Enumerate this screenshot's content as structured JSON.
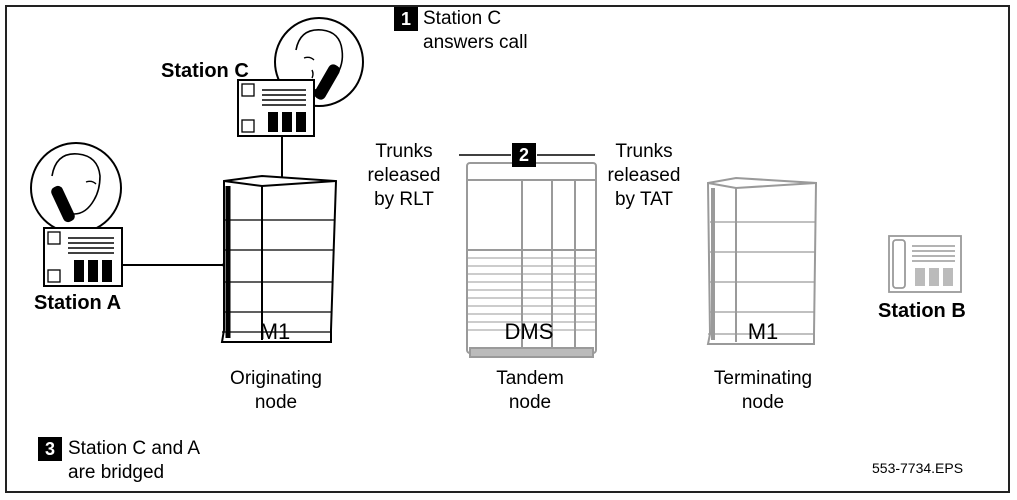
{
  "steps": {
    "s1": {
      "number": "1",
      "line1": "Station C",
      "line2": "answers call"
    },
    "s2": {
      "number": "2"
    },
    "s3": {
      "number": "3",
      "line1": "Station C and A",
      "line2": "are bridged"
    }
  },
  "stations": {
    "c": "Station C",
    "a": "Station A",
    "b": "Station B"
  },
  "trunks_left": {
    "line1": "Trunks",
    "line2": "released",
    "line3": "by RLT"
  },
  "trunks_right": {
    "line1": "Trunks",
    "line2": "released",
    "line3": "by TAT"
  },
  "nodes": {
    "originating": {
      "switch": "M1",
      "line1": "Originating",
      "line2": "node"
    },
    "tandem": {
      "switch": "DMS",
      "line1": "Tandem",
      "line2": "node"
    },
    "terminating": {
      "switch": "M1",
      "line1": "Terminating",
      "line2": "node"
    }
  },
  "file_id": "553-7734.EPS",
  "colors": {
    "active": "#000000",
    "released": "#9a9a9a"
  },
  "icons": [
    "person-on-phone-icon",
    "telephone-set-icon",
    "switch-cabinet-icon"
  ]
}
